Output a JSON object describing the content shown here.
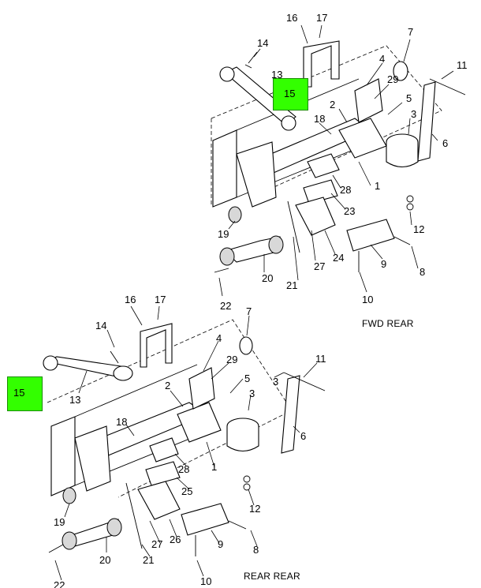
{
  "fwd_assembly": {
    "caption": "FWD REAR",
    "labels": {
      "l1": "1",
      "l2": "2",
      "l3": "3",
      "l4": "4",
      "l5": "5",
      "l6": "6",
      "l7": "7",
      "l8": "8",
      "l9": "9",
      "l10": "10",
      "l11": "11",
      "l12": "12",
      "l13": "13",
      "l14": "14",
      "l16": "16",
      "l17": "17",
      "l18": "18",
      "l19": "19",
      "l20": "20",
      "l21": "21",
      "l22": "22",
      "l23": "23",
      "l24": "24",
      "l27": "27",
      "l28": "28",
      "l29": "29"
    },
    "hotspot_label": "15"
  },
  "rear_assembly": {
    "caption": "REAR REAR",
    "labels": {
      "l1": "1",
      "l2": "2",
      "l3": "3",
      "l4": "4",
      "l5": "5",
      "l6": "6",
      "l7": "7",
      "l8": "8",
      "l9": "9",
      "l10": "10",
      "l11": "11",
      "l12": "12",
      "l13": "13",
      "l14": "14",
      "l16": "16",
      "l17": "17",
      "l18": "18",
      "l19": "19",
      "l20": "20",
      "l21": "21",
      "l22": "22",
      "l25": "25",
      "l26": "26",
      "l27": "27",
      "l28": "28",
      "l29": "29"
    },
    "hotspot_label": "15"
  },
  "colors": {
    "hotspot": "#33ff00",
    "line": "#000000",
    "background": "#ffffff"
  }
}
